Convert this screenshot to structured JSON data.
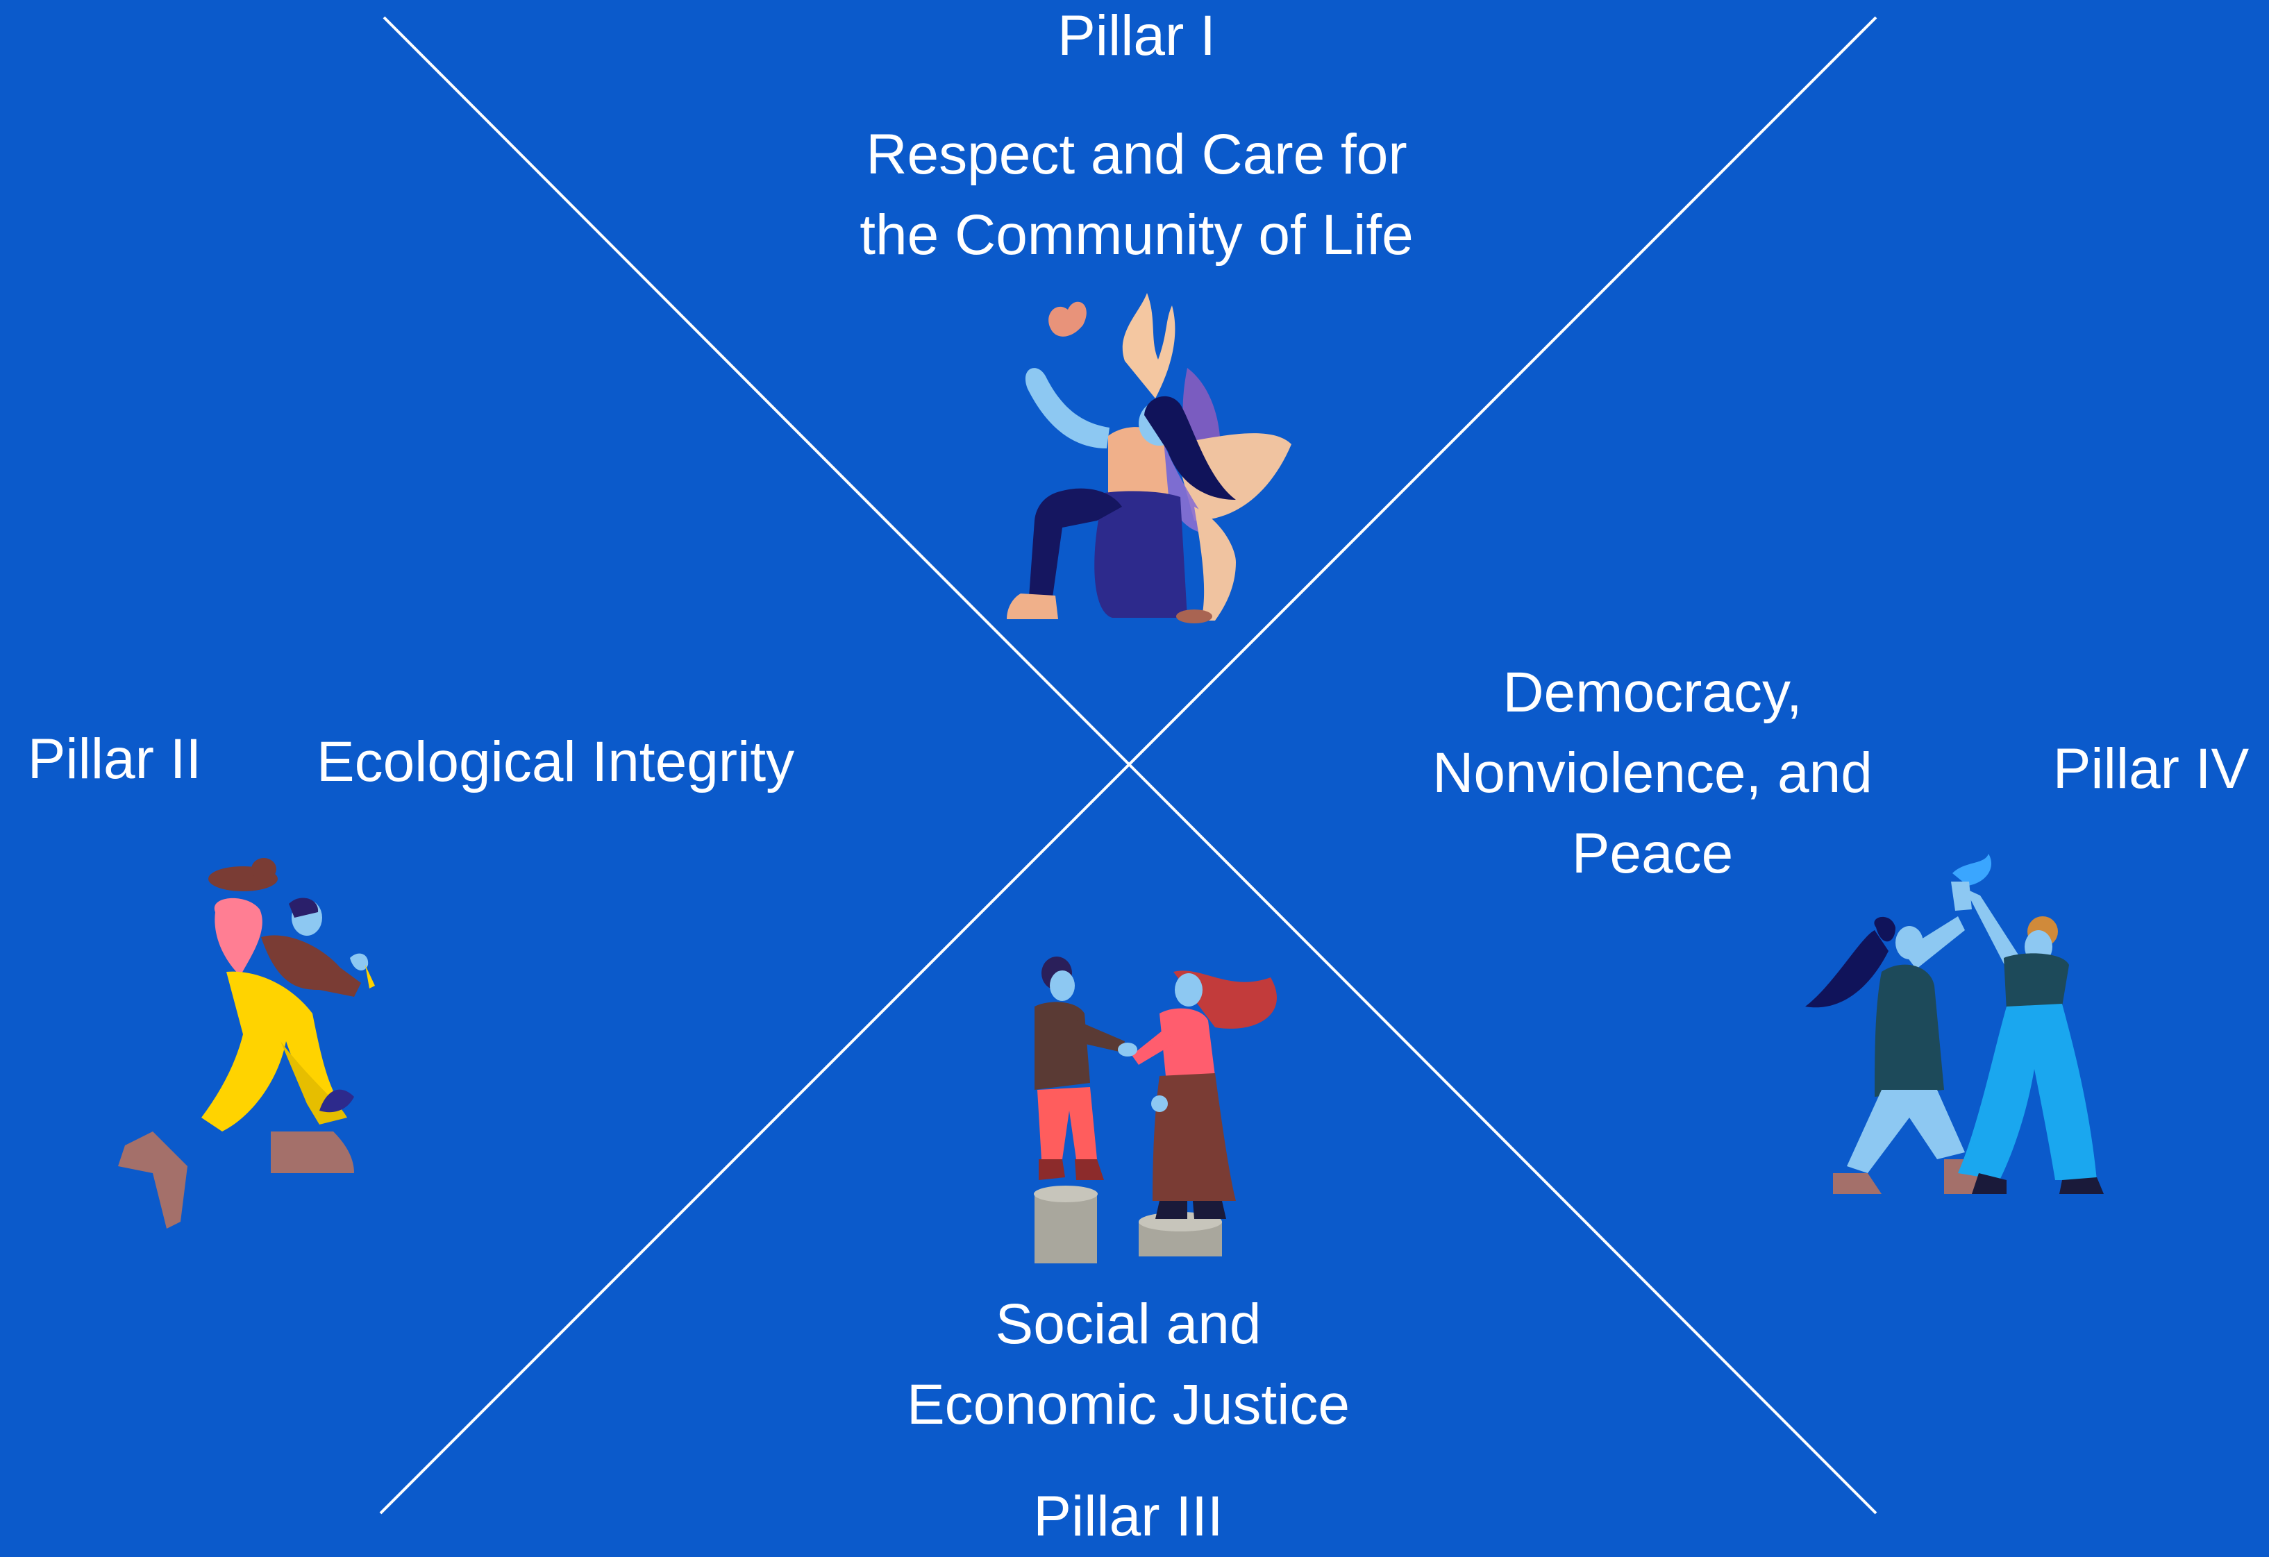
{
  "colors": {
    "background": "#0b5acb",
    "lines": "#ffffff",
    "text": "#ffffff"
  },
  "pillars": {
    "p1": {
      "number": "Pillar I",
      "title_lines": [
        "Respect and Care for",
        "the Community of Life"
      ],
      "figure": "woman-kneeling-with-plants-illustration"
    },
    "p2": {
      "number": "Pillar II",
      "title_lines": [
        "Ecological Integrity"
      ],
      "figure": "person-walking-with-plant-illustration"
    },
    "p3": {
      "number": "Pillar III",
      "title_lines": [
        "Social and",
        "Economic Justice"
      ],
      "figure": "two-people-shaking-hands-illustration"
    },
    "p4": {
      "number": "Pillar IV",
      "title_lines": [
        "Democracy,",
        "Nonviolence, and",
        "Peace"
      ],
      "figure": "two-people-high-five-with-bird-illustration"
    }
  }
}
